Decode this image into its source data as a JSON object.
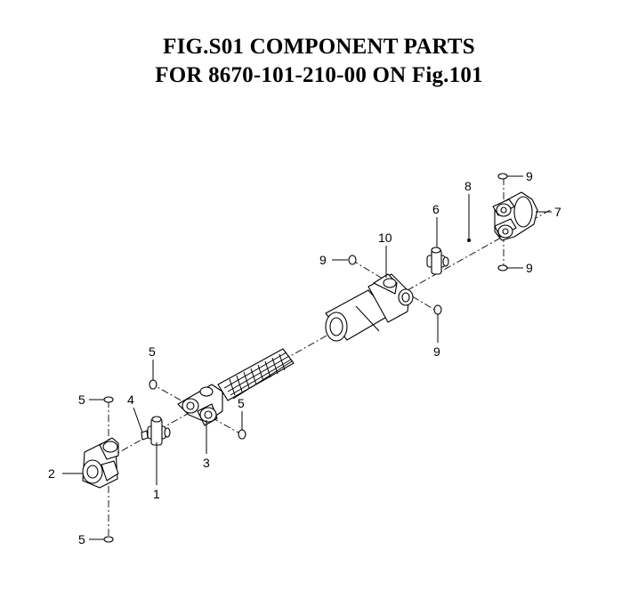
{
  "title": {
    "line1": "FIG.S01  COMPONENT PARTS",
    "line2": "FOR 8670-101-210-00 ON Fig.101"
  },
  "callouts": [
    {
      "id": "c1",
      "label": "1"
    },
    {
      "id": "c2",
      "label": "2"
    },
    {
      "id": "c3",
      "label": "3"
    },
    {
      "id": "c4",
      "label": "4"
    },
    {
      "id": "c5a",
      "label": "5"
    },
    {
      "id": "c5b",
      "label": "5"
    },
    {
      "id": "c5c",
      "label": "5"
    },
    {
      "id": "c5d",
      "label": "5"
    },
    {
      "id": "c6",
      "label": "6"
    },
    {
      "id": "c7",
      "label": "7"
    },
    {
      "id": "c8",
      "label": "8"
    },
    {
      "id": "c9a",
      "label": "9"
    },
    {
      "id": "c9b",
      "label": "9"
    },
    {
      "id": "c9c",
      "label": "9"
    },
    {
      "id": "c9d",
      "label": "9"
    },
    {
      "id": "c10",
      "label": "10"
    }
  ]
}
